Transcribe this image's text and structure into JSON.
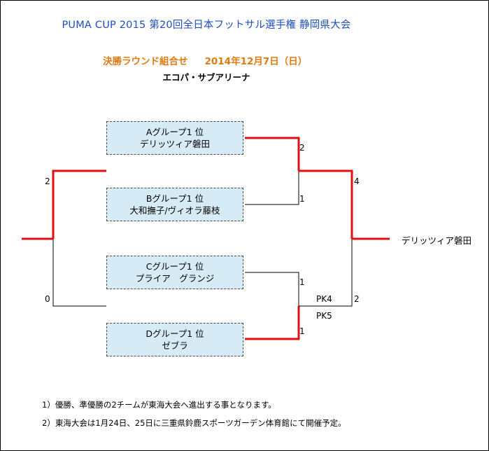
{
  "header": {
    "title": "PUMA CUP 2015 第20回全日本フットサル選手権 静岡県大会",
    "round": "決勝ラウンド組合せ",
    "date": "2014年12月7日（日）",
    "venue": "エコパ・サブアリーナ"
  },
  "teams": [
    {
      "group": "Aグループ1 位",
      "name": "デリッツィア磐田"
    },
    {
      "group": "Bグループ1 位",
      "name": "大和撫子/ヴィオラ藤枝"
    },
    {
      "group": "Cグループ1 位",
      "name": "プライア　グランジ"
    },
    {
      "group": "Dグループ1 位",
      "name": "ゼブラ"
    }
  ],
  "scores": {
    "semi1_a": "2",
    "semi1_b": "1",
    "semi2_c": "1",
    "semi2_d": "1",
    "pk_top": "PK4",
    "pk_bottom": "PK5",
    "final_top": "4",
    "final_bottom": "2",
    "left_top": "2",
    "left_bottom": "0"
  },
  "champion": "デリッツィア磐田",
  "notes": [
    "1）優勝、準優勝の2チームが東海大会へ進出する事となります。",
    "2）東海大会は1月24日、25日に三重県鈴鹿スポーツガーデン体育館にて開催予定。"
  ],
  "colors": {
    "title": "#1f4fbf",
    "subtitle": "#e07b12",
    "box_fill": "#d7ebf7",
    "winner_line": "#e01010",
    "loser_line": "#000000"
  }
}
